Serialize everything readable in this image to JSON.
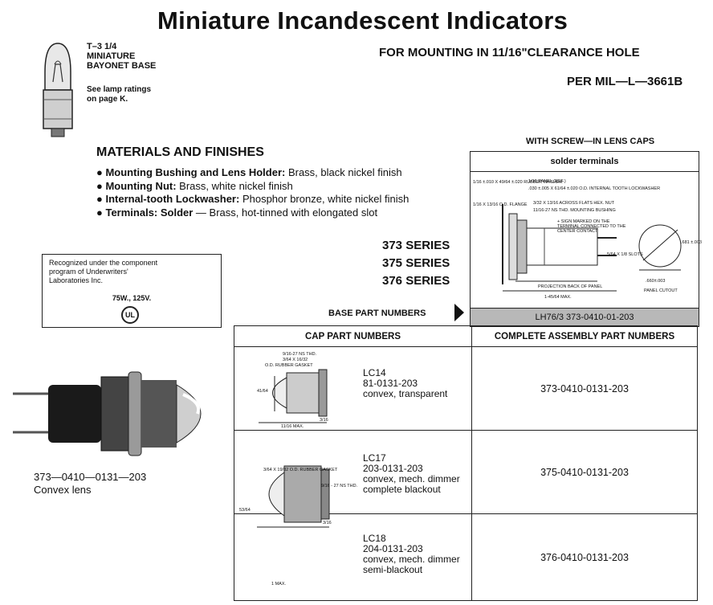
{
  "title": "Miniature Incandescent Indicators",
  "subtitle_mounting": "FOR MOUNTING IN 11/16\"CLEARANCE HOLE",
  "subtitle_spec": "PER MIL—L—3661B",
  "lamp": {
    "lines": [
      "T–3 1/4",
      "MINIATURE",
      "BAYONET BASE"
    ],
    "note_lines": [
      "See lamp ratings",
      "on page K."
    ]
  },
  "materials": {
    "heading": "MATERIALS AND FINISHES",
    "items": [
      {
        "bold": "Mounting Bushing and Lens Holder:",
        "text": " Brass, black nickel finish"
      },
      {
        "bold": "Mounting Nut:",
        "text": " Brass, white nickel finish"
      },
      {
        "bold": "Internal-tooth Lockwasher:",
        "text": " Phosphor bronze, white nickel finish"
      },
      {
        "bold": "Terminals: Solder",
        "text": " — Brass, hot-tinned with elongated slot"
      }
    ]
  },
  "ul_box": {
    "lines": [
      "Recognized under the component",
      "program of Underwriters'",
      "Laboratories Inc."
    ],
    "rating": "75W., 125V.",
    "logo_text": "UL"
  },
  "series": [
    "373 SERIES",
    "375 SERIES",
    "376 SERIES"
  ],
  "screw_header": "WITH SCREW—IN LENS CAPS",
  "solder_header": "solder terminals",
  "base_label": "BASE PART NUMBERS",
  "base_number": "LH76/3   373-0410-01-203",
  "drawing_labels": {
    "panel": "1/16 PANEL (REF.)",
    "washer": "1/16 ±.010 X 49/64 ±.020 RUBBER WASHER",
    "lockwasher": ".030 ±.005 X 61/64 ±.020 O.D. INTERNAL TOOTH LOCKWASHER",
    "flange": "1/16 X 13/16 O.D. FLANGE",
    "nut": "3/32 X 13/16 ACROSS FLATS HEX. NUT",
    "bushing": "11/16-27 NS THD. MOUNTING BUSHING",
    "sign": "+ SIGN MARKED ON THE TERMINAL CONNECTED TO THE CENTER CONTACT",
    "slots": "5/64 X 1/8 SLOTS",
    "projection": "PROJECTION BACK OF PANEL",
    "length": "1-45/64 MAX.",
    "cutout_dim": ".681 ±.003",
    "cutout_dim2": ".660±.003",
    "cutout": "PANEL CUTOUT"
  },
  "table": {
    "header_cap": "CAP PART NUMBERS",
    "header_asm": "COMPLETE ASSEMBLY PART NUMBERS",
    "rows": [
      {
        "cap_lines": [
          "LC14",
          "81-0131-203",
          "convex, transparent"
        ],
        "assembly": "373-0410-0131-203",
        "labels": [
          "9/16-27 NS THD.",
          "3/64 X 16/32",
          "O.D. RUBBER GASKET",
          "41/64",
          "11/16 MAX.",
          "3/16"
        ]
      },
      {
        "cap_lines": [
          "LC17",
          "203-0131-203",
          "convex, mech. dimmer",
          "complete blackout"
        ],
        "assembly": "375-0410-0131-203",
        "labels": [
          "3/64 X 19/32 O.D. RUBBER GASKET",
          "9/16 - 27 NS THD.",
          "53/64",
          "3/16",
          "1 MAX."
        ]
      },
      {
        "cap_lines": [
          "LC18",
          "204-0131-203",
          "convex, mech. dimmer",
          "semi-blackout"
        ],
        "assembly": "376-0410-0131-203",
        "labels": []
      }
    ]
  },
  "photo_caption": [
    "373—0410—0131—203",
    "Convex lens"
  ],
  "colors": {
    "ink": "#111111",
    "base_row_fill": "#b8b8b8"
  }
}
